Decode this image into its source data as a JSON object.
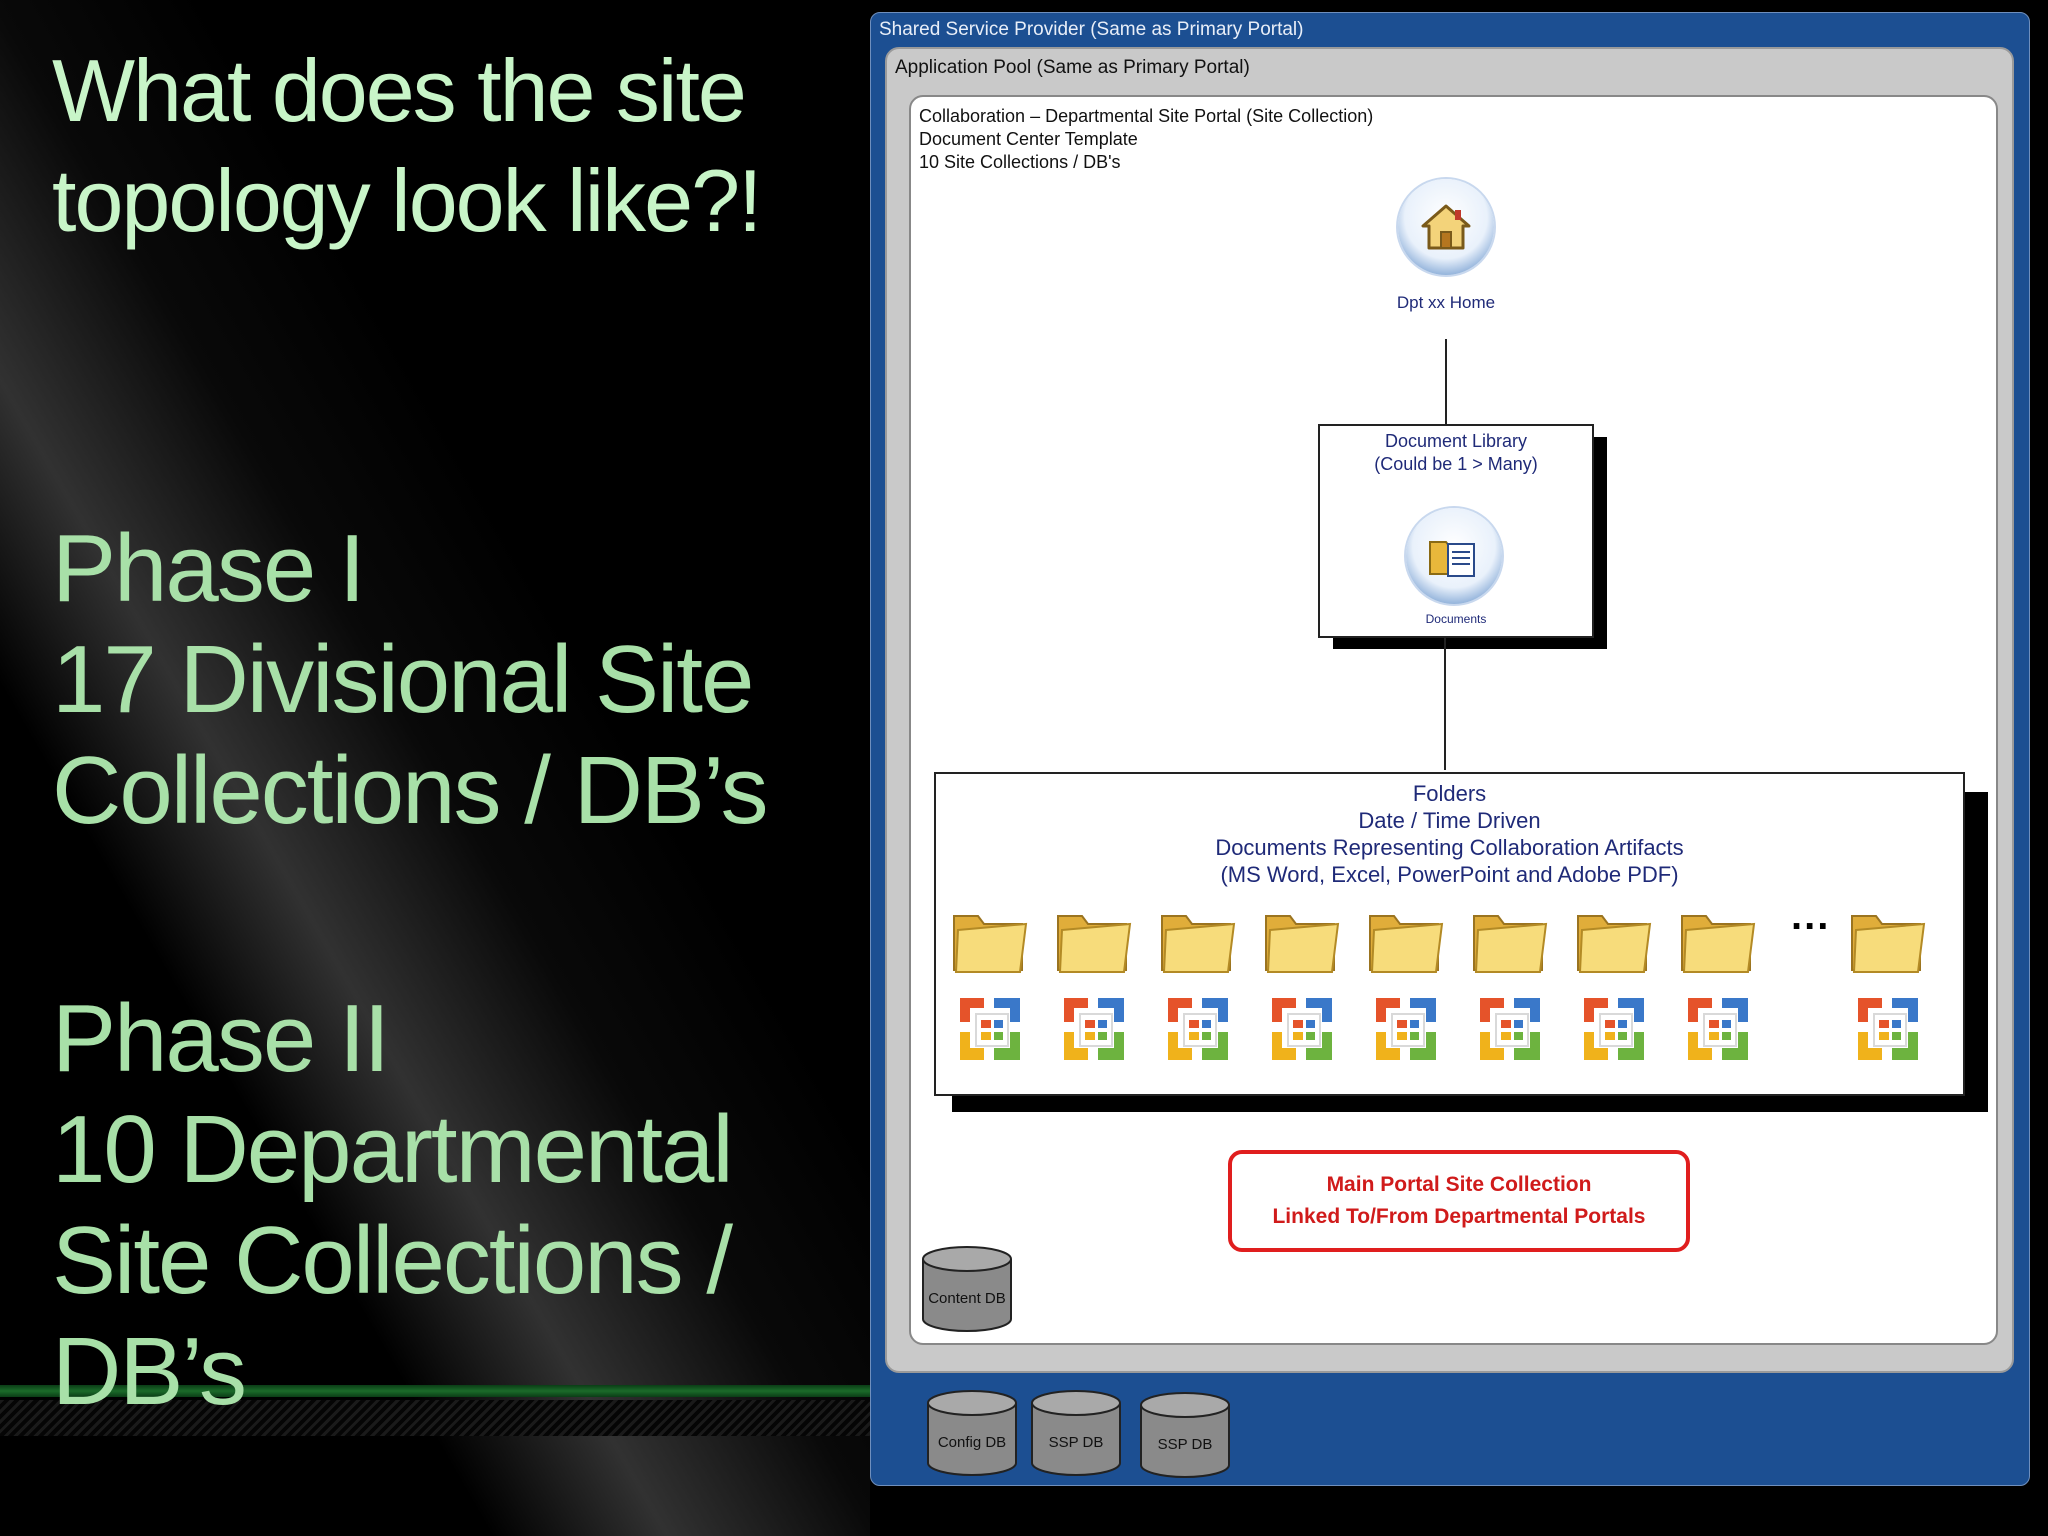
{
  "slide": {
    "title_lines": [
      "What does the site",
      "topology look like?!"
    ],
    "phase1_lines": [
      "Phase I",
      "17 Divisional Site",
      "Collections / DB’s"
    ],
    "phase2_lines": [
      "Phase II",
      "10 Departmental",
      "Site Collections /",
      "DB’s"
    ]
  },
  "diagram": {
    "ssp_label": "Shared Service Provider (Same as Primary Portal)",
    "app_pool_label": "Application Pool (Same as Primary Portal)",
    "collab_lines": [
      "Collaboration – Departmental Site Portal (Site Collection)",
      "Document Center Template",
      "10 Site Collections / DB's"
    ],
    "home_label": "Dpt xx Home",
    "doc_library_lines": [
      "Document Library",
      "(Could be 1 > Many)"
    ],
    "documents_label": "Documents",
    "folders_lines": [
      "Folders",
      "Date / Time Driven",
      "Documents Representing Collaboration Artifacts",
      "(MS Word, Excel, PowerPoint and Adobe PDF)"
    ],
    "ellipsis": "...",
    "main_portal_lines": [
      "Main Portal Site Collection",
      "Linked To/From Departmental Portals"
    ],
    "content_db": "Content DB",
    "config_db": "Config DB",
    "ssp_db": "SSP DB",
    "ssp_db2": "SSP DB",
    "icons": {
      "home": "home-icon",
      "documents": "documents-folder-icon",
      "folder": "folder-icon",
      "office": "office-logo-icon",
      "database": "database-icon"
    },
    "colors": {
      "ssp_blue": "#1c4f92",
      "title_green": "#c8f5c8",
      "text_green": "#a8e0a8",
      "portal_red": "#e01e1e",
      "label_navy": "#1f2a78"
    }
  }
}
